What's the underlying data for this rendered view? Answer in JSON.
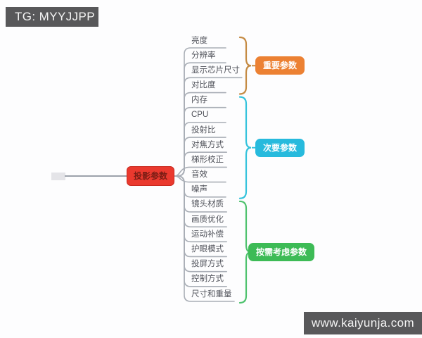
{
  "watermarks": {
    "top_left": "TG: MYYJJPP",
    "bottom_right": "www.kaiyunja.com"
  },
  "mindmap": {
    "root": {
      "label": "投影参数",
      "fill_color": "#ea392e",
      "text_color": "#7c1d15"
    },
    "groups": [
      {
        "label": "重要参数",
        "badge_color": "#ec8133",
        "brace_color": "#c58b44",
        "items": [
          "亮度",
          "分辨率",
          "显示芯片尺寸",
          "对比度"
        ]
      },
      {
        "label": "次要参数",
        "badge_color": "#27badd",
        "brace_color": "#35c3dc",
        "items": [
          "内存",
          "CPU",
          "投射比",
          "对焦方式",
          "梯形校正",
          "音效",
          "噪声"
        ]
      },
      {
        "label": "按需考虑参数",
        "badge_color": "#3dbb56",
        "brace_color": "#4fc26e",
        "items": [
          "镜头材质",
          "画质优化",
          "运动补偿",
          "护眼模式",
          "投屏方式",
          "控制方式",
          "尺寸和重量"
        ]
      }
    ],
    "line_color": "#a9aeb6",
    "trunk_color": "#9ca2ab"
  }
}
